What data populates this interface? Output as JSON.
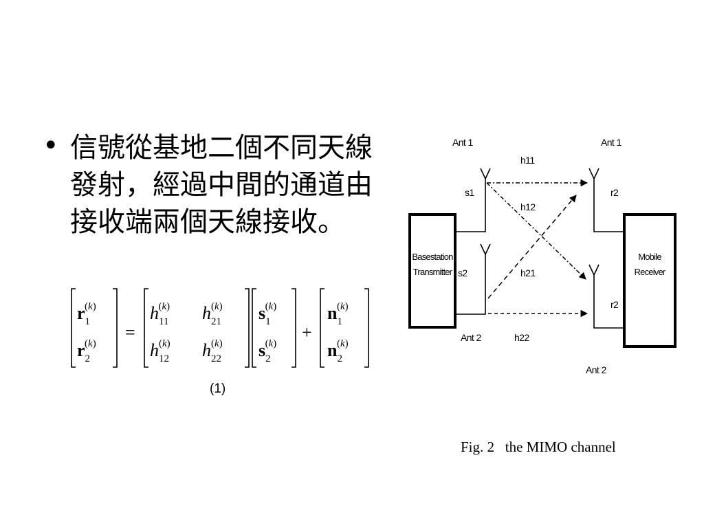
{
  "slide": {
    "bullet_symbol": "•",
    "bullet_text": "信號從基地二個不同天線發射，經過中間的通道由接收端兩個天線接收。",
    "equation_number": "(1)"
  },
  "equation": {
    "lhs": [
      "r1(k)",
      "r2(k)"
    ],
    "H": [
      [
        "h11(k)",
        "h21(k)"
      ],
      [
        "h12(k)",
        "h22(k)"
      ]
    ],
    "s": [
      "s1(k)",
      "s2(k)"
    ],
    "n": [
      "n1(k)",
      "n2(k)"
    ]
  },
  "diagram": {
    "tx_label_line1": "Basestation",
    "tx_label_line2": "Transmitter",
    "rx_label_line1": "Mobile",
    "rx_label_line2": "Receiver",
    "tx_ant1": "Ant 1",
    "tx_ant2": "Ant 2",
    "rx_ant1": "Ant 1",
    "rx_ant2": "Ant 2",
    "s1": "s1",
    "s2": "s2",
    "r_top": "r2",
    "r_bottom": "r2",
    "h11": "h11",
    "h12": "h12",
    "h21": "h21",
    "h22": "h22",
    "caption": "Fig. 2   the MIMO channel"
  }
}
